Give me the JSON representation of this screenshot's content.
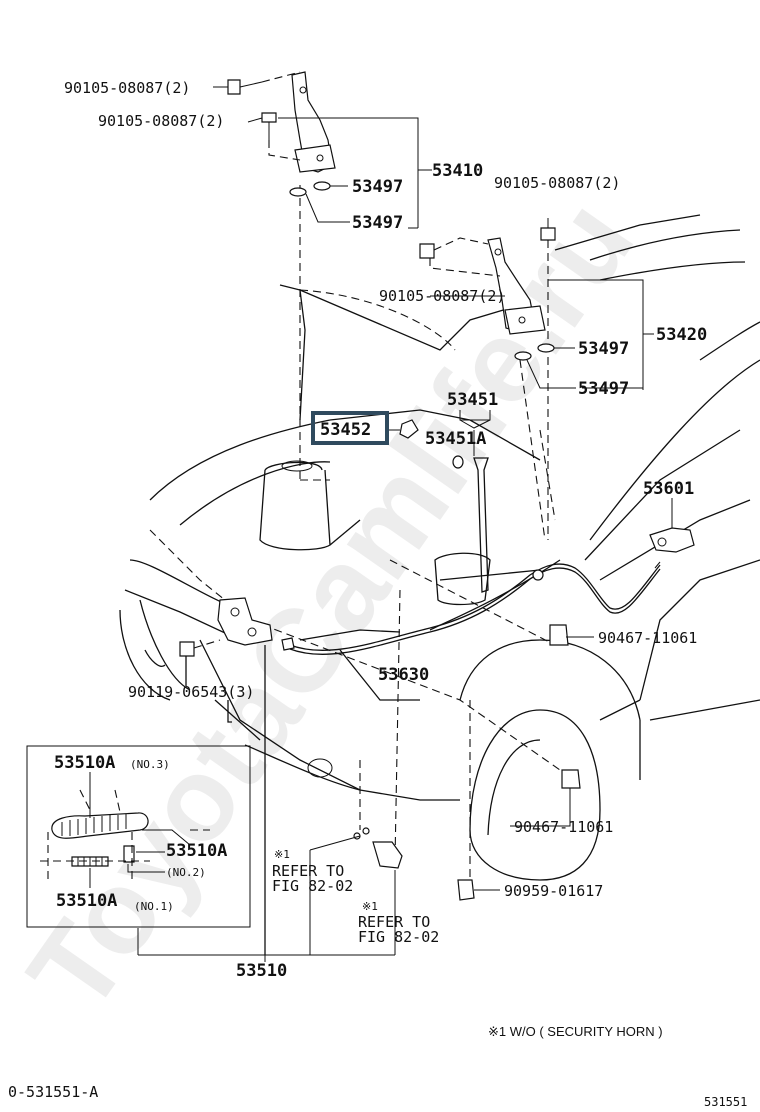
{
  "watermark": "ToyotaCamlife.ru",
  "parts": {
    "bolt_top_1": "90105-08087(2)",
    "bolt_top_2": "90105-08087(2)",
    "hinge_lh": "53410",
    "washer_lh_1": "53497",
    "washer_lh_2": "53497",
    "bolt_rh_1": "90105-08087(2)",
    "bolt_rh_2": "90105-08087(2)",
    "hinge_rh": "53420",
    "washer_rh_1": "53497",
    "washer_rh_2": "53497",
    "support_rod": "53451",
    "rod_holder": "53451A",
    "highlighted_part": "53452",
    "lever": "53601",
    "clamp_1": "90467-11061",
    "clamp_2": "90467-11061",
    "cable": "53630",
    "lock_bolt": "90119-06543(3)",
    "clip": "90959-01617",
    "lock_assy": "53510",
    "spring_no3": "53510A",
    "spring_no3_note": "(NO.3)",
    "spring_no2": "53510A",
    "spring_no2_note": "(NO.2)",
    "spring_no1": "53510A",
    "spring_no1_note": "(NO.1)"
  },
  "notes": {
    "mark_1": "※1",
    "refer_1_line1": "REFER TO",
    "refer_1_line2": "FIG 82-02",
    "mark_2": "※1",
    "refer_2_line1": "REFER TO",
    "refer_2_line2": "FIG 82-02",
    "footnote": "※1 W/O ( SECURITY HORN )"
  },
  "footer": {
    "left_code": "0-531551-A",
    "right_code": "531551"
  },
  "highlight_color": "#2f4a5e"
}
